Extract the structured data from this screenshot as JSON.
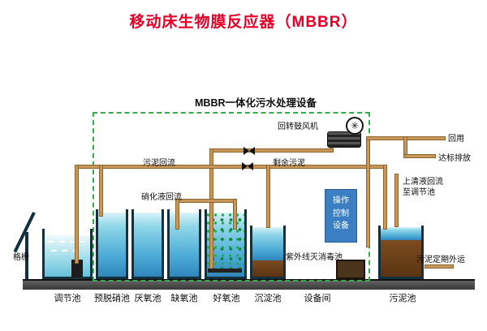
{
  "page": {
    "title": "移动床生物膜反应器（MBBR）"
  },
  "diagram": {
    "box_title": "MBBR一体化污水处理设备",
    "flow_labels": {
      "blower": "回转鼓风机",
      "sludge_return": "污泥回流",
      "excess_sludge": "剩余污泥",
      "nitrified_return": "硝化液回流",
      "reuse": "回用",
      "standard_discharge": "达标排放",
      "supernatant_return": "上清液回流至调节池",
      "sludge_haul": "污泥定期外运",
      "bar_screen": "格栅",
      "uv_tank": "紫外线灭消毒池",
      "control_unit": "操作控制设备"
    },
    "tanks": [
      {
        "label": "调节池"
      },
      {
        "label": "预脱硝池"
      },
      {
        "label": "厌氧池"
      },
      {
        "label": "缺氧池"
      },
      {
        "label": "好氧池"
      },
      {
        "label": "沉淀池"
      },
      {
        "label": "设备间"
      },
      {
        "label": "污泥池"
      }
    ],
    "icons": {
      "fan": "✳"
    },
    "colors": {
      "title_red": "#e60028",
      "boundary_green": "#3aa94f",
      "pipe_tan": "#c9975a",
      "water_blue": "#49a9d4",
      "sludge_brown": "#6e4119",
      "control_blue": "#3b7ec2"
    }
  }
}
